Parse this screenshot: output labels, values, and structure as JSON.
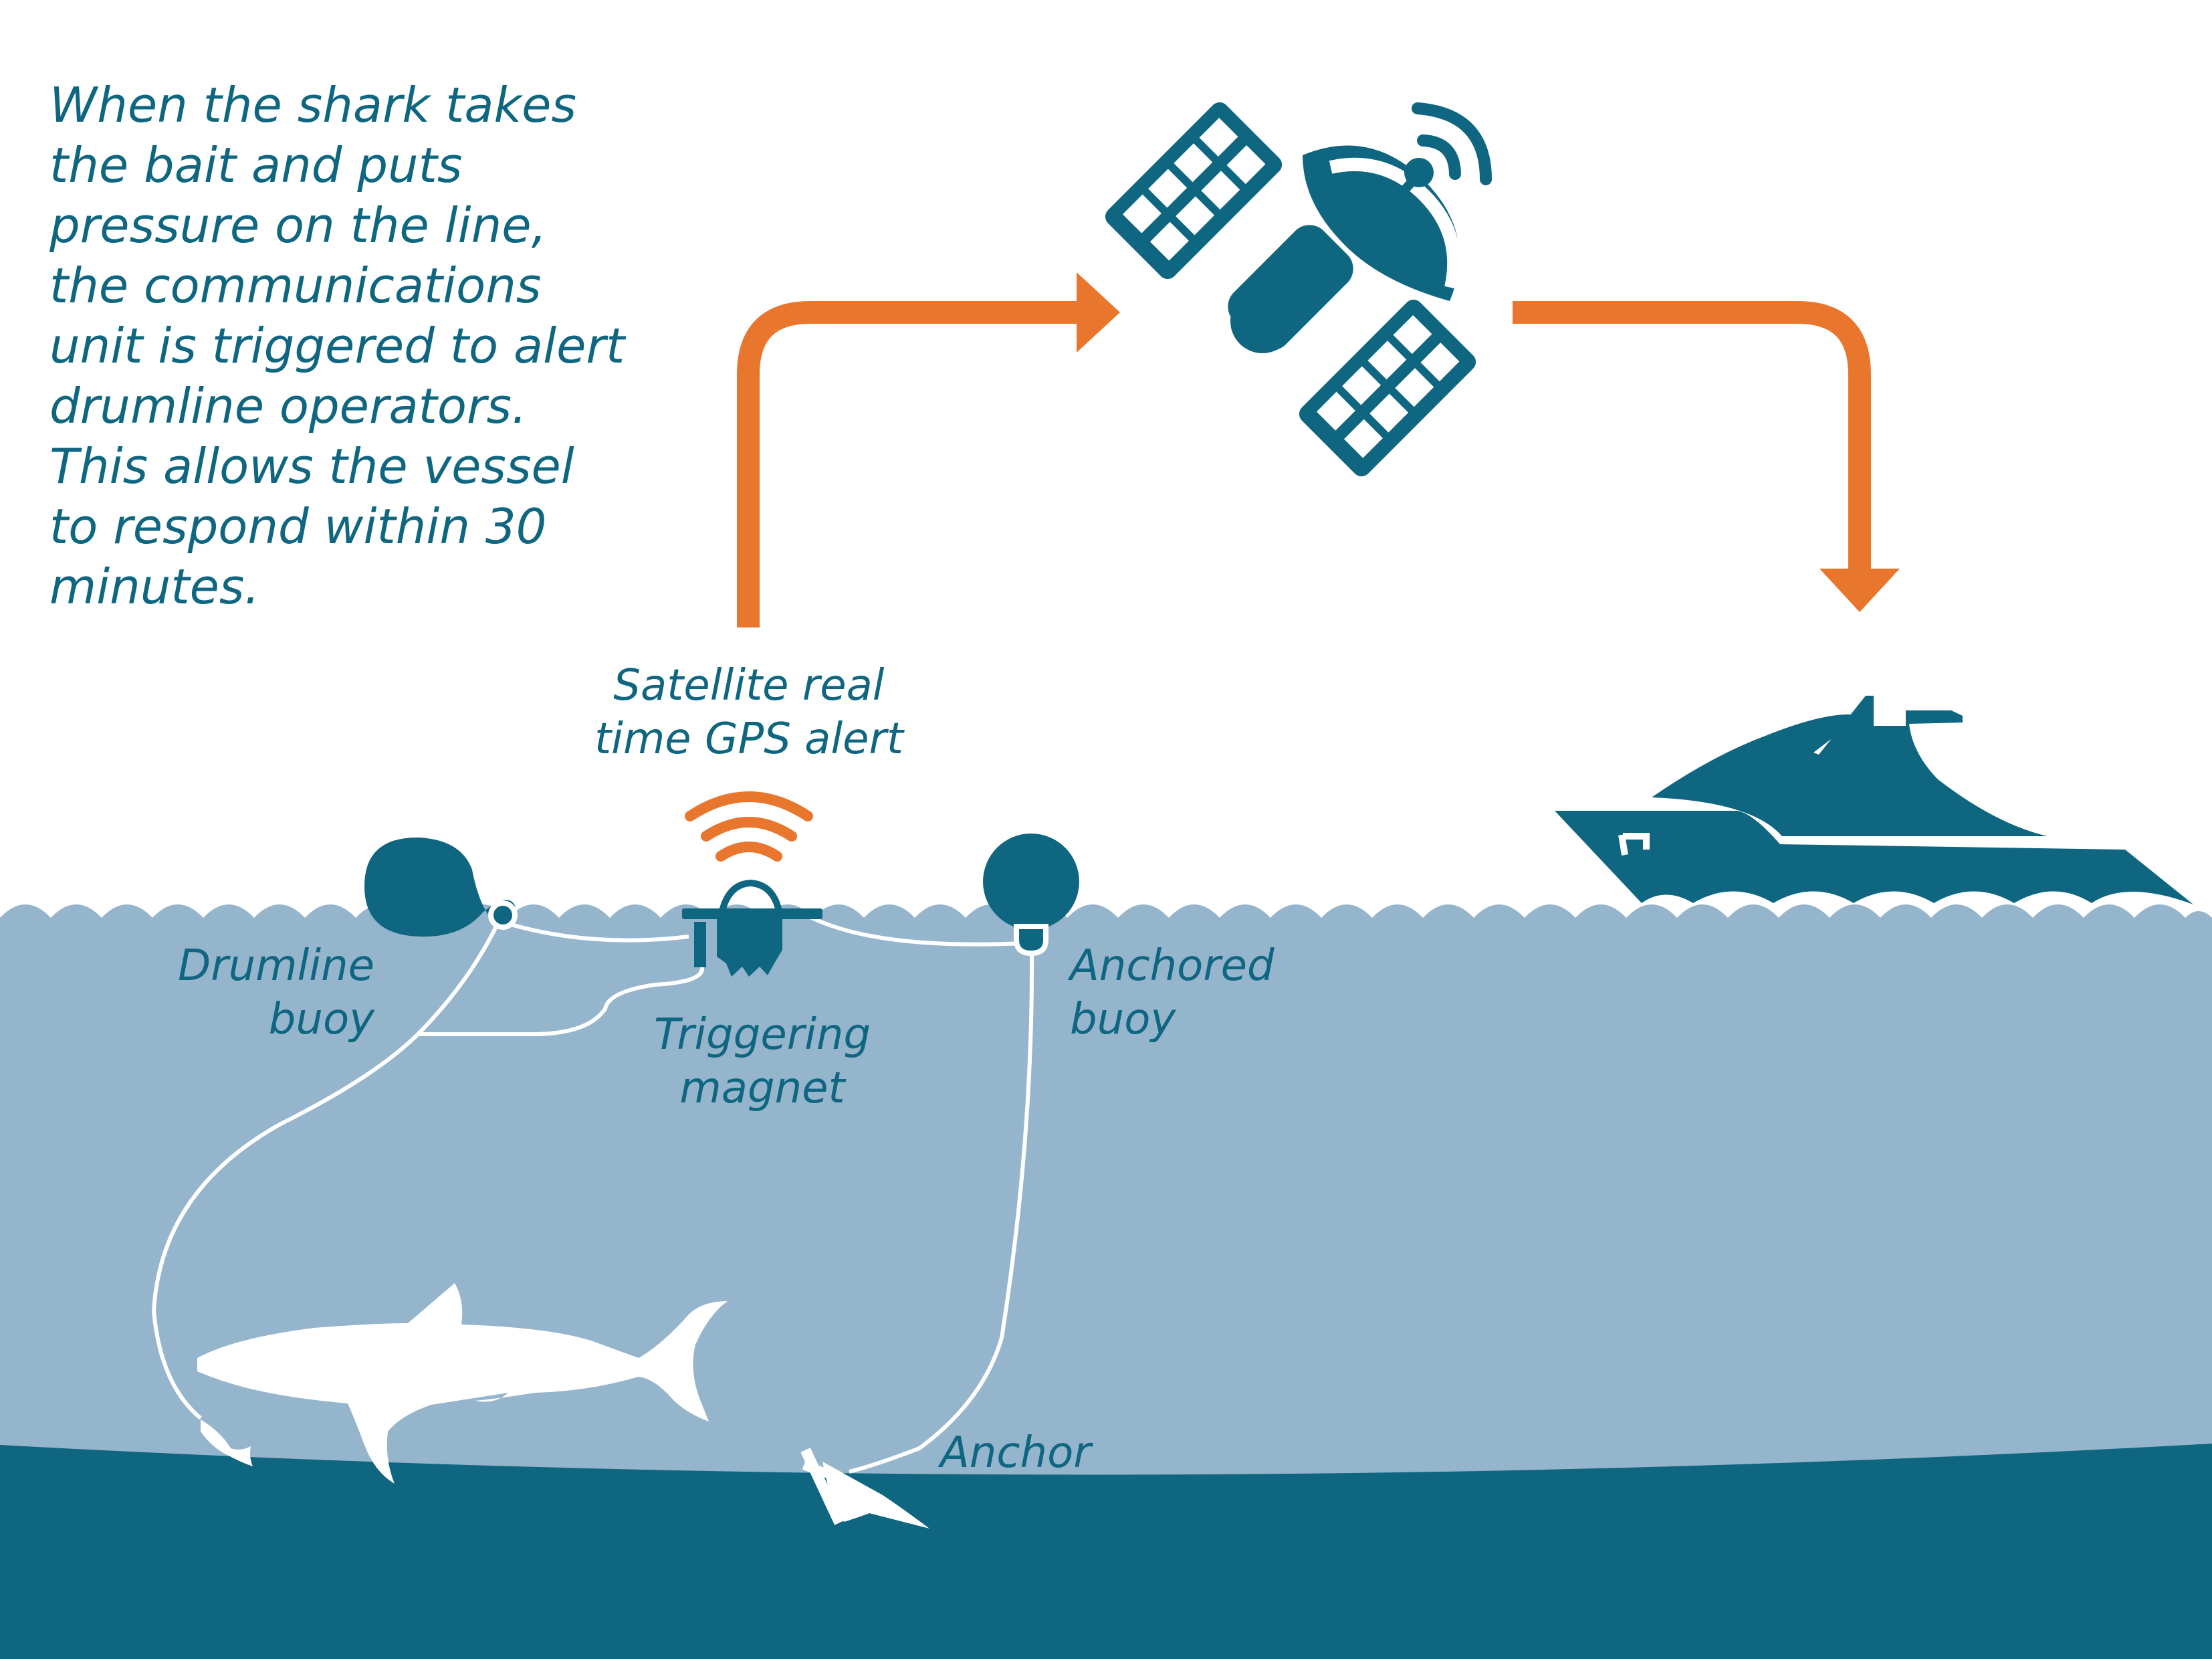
{
  "intro": {
    "lines": [
      "When the shark takes",
      "the bait and puts",
      "pressure on the line,",
      "the communications",
      "unit is triggered to alert",
      "drumline operators.",
      "This allows the vessel",
      "to respond within 30",
      "minutes."
    ]
  },
  "labels": {
    "satellite_alert": [
      "Satellite real",
      "time GPS alert"
    ],
    "drumline_buoy": [
      "Drumline",
      "buoy"
    ],
    "triggering_magnet": [
      "Triggering",
      "magnet"
    ],
    "anchored_buoy": [
      "Anchored",
      "buoy"
    ],
    "anchor": "Anchor"
  },
  "icons": [
    "satellite-icon",
    "boat-icon",
    "shark-icon",
    "bait-fish-icon",
    "anchor-icon",
    "drumline-buoy-icon",
    "anchored-buoy-icon",
    "communications-unit-icon",
    "signal-waves-icon"
  ],
  "colors": {
    "text": "#0f6680",
    "water": "#95b5cd",
    "seabed": "#0e6680",
    "arrow": "#e8762d",
    "icon": "#0f6680",
    "background": "#ffffff"
  }
}
